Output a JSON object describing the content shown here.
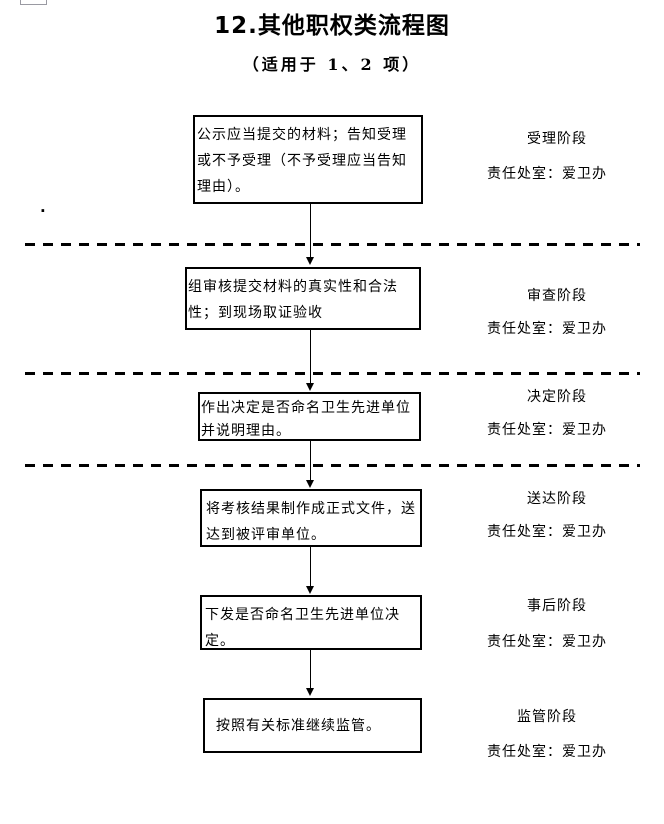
{
  "colors": {
    "ink": "#000000",
    "paper": "#ffffff"
  },
  "header": {
    "title": "12.其他职权类流程图",
    "subtitle": "（适用于 1、2 项）"
  },
  "artifacts": {
    "stray_period": "."
  },
  "flow": {
    "steps": [
      {
        "box_text": "公示应当提交的材料；告知受理或不予受理（不予受理应当告知理由）。",
        "stage": "受理阶段",
        "responsible": "责任处室：爱卫办"
      },
      {
        "box_text": "组审核提交材料的真实性和合法性；到现场取证验收",
        "stage": "审查阶段",
        "responsible": "责任处室：爱卫办"
      },
      {
        "box_text": "作出决定是否命名卫生先进单位并说明理由。",
        "stage": "决定阶段",
        "responsible": "责任处室：爱卫办"
      },
      {
        "box_text": "将考核结果制作成正式文件，送达到被评审单位。",
        "stage": "送达阶段",
        "responsible": "责任处室：爱卫办"
      },
      {
        "box_text": "下发是否命名卫生先进单位决定。",
        "stage": "事后阶段",
        "responsible": "责任处室：爱卫办"
      },
      {
        "box_text": "按照有关标准继续监管。",
        "stage": "监管阶段",
        "responsible": "责任处室：爱卫办"
      }
    ],
    "phase_divider_count": 3,
    "arrow_count": 5
  }
}
